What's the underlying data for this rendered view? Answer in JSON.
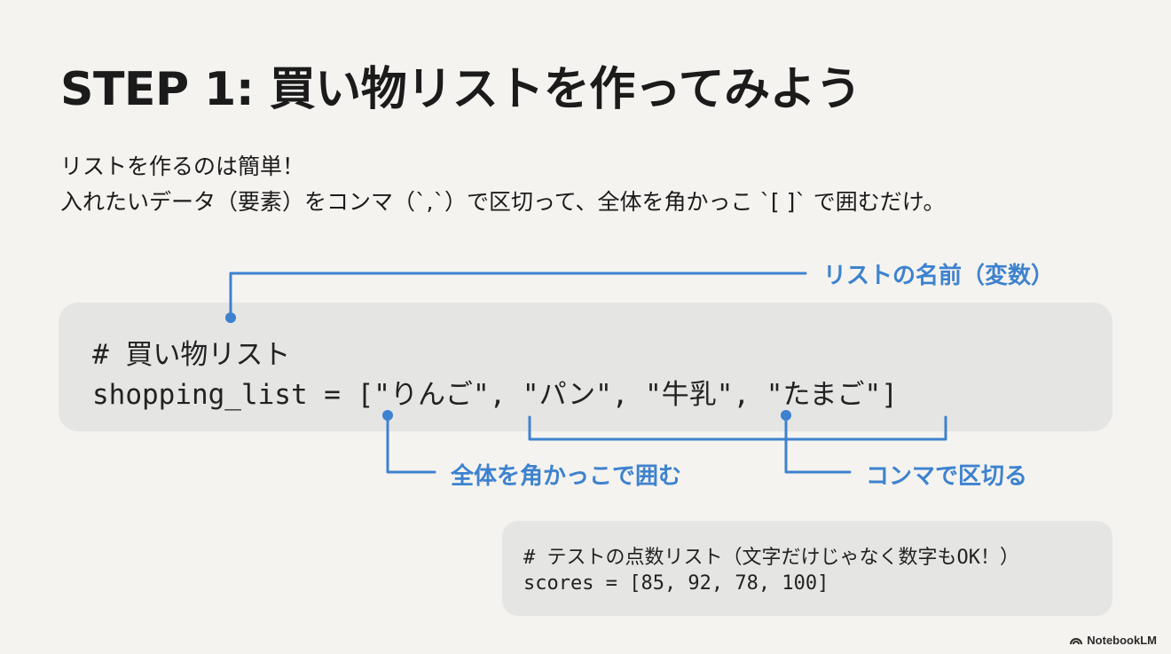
{
  "title": "STEP 1: 買い物リストを作ってみよう",
  "intro": {
    "line1": "リストを作るのは簡単！",
    "line2": "入れたいデータ（要素）をコンマ（`,`）で区切って、全体を角かっこ `[ ]` で囲むだけ。"
  },
  "main_code": {
    "comment": "# 買い物リスト",
    "statement": "shopping_list = [\"りんご\", \"パン\", \"牛乳\", \"たまご\"]"
  },
  "callouts": {
    "variable": "リストの名前（変数）",
    "brackets": "全体を角かっこで囲む",
    "commas": "コンマで区切る"
  },
  "sub_code": {
    "comment": "# テストの点数リスト（文字だけじゃなく数字もOK！）",
    "statement": "scores = [85, 92, 78, 100]"
  },
  "brand": "NotebookLM",
  "colors": {
    "accent": "#3d82cf",
    "background": "#f5f3ef",
    "code_bg": "#e5e5e4"
  }
}
